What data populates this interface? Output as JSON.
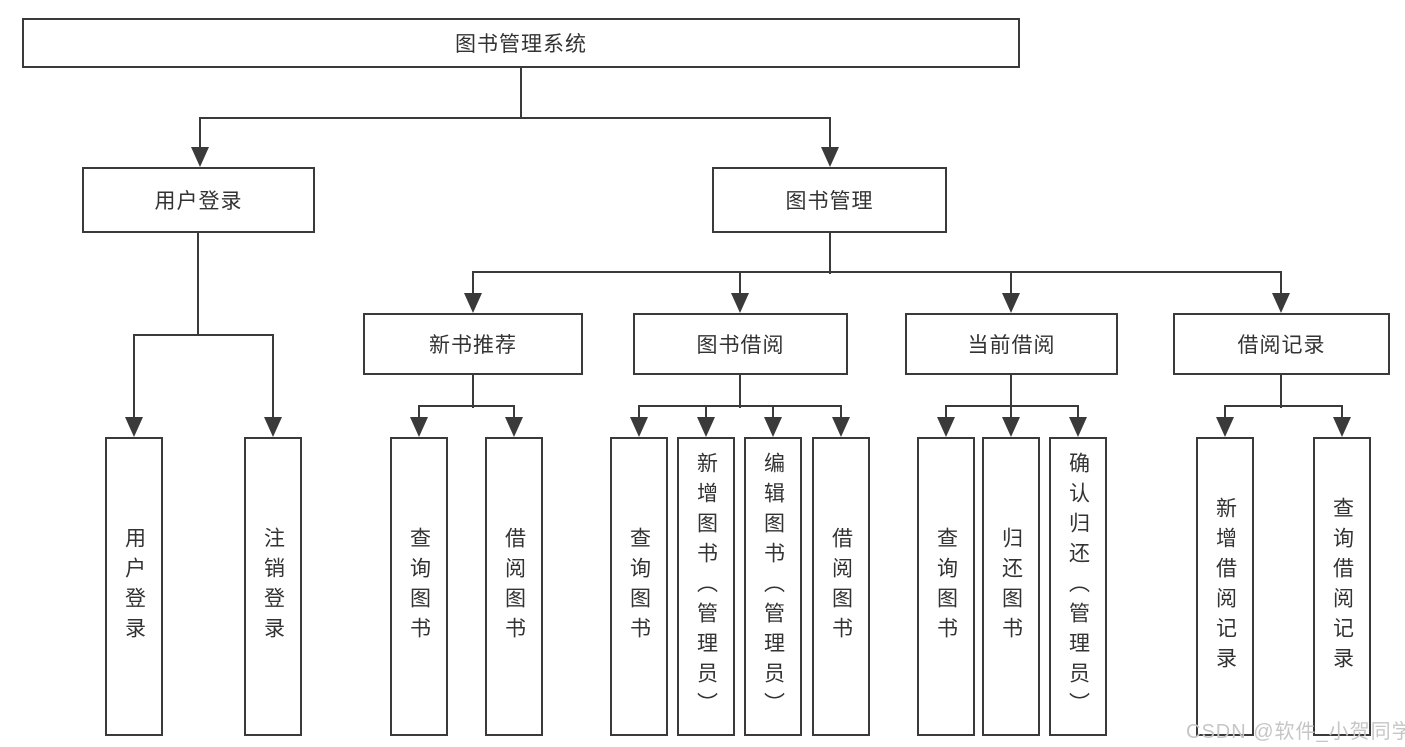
{
  "watermark": "CSDN @软件_小贺同学",
  "tree": {
    "root": "图书管理系统",
    "level1": [
      "用户登录",
      "图书管理"
    ],
    "level2": [
      "新书推荐",
      "图书借阅",
      "当前借阅",
      "借阅记录"
    ],
    "leaves_user_login": [
      "用户登录",
      "注销登录"
    ],
    "leaves_new_book": [
      "查询图书",
      "借阅图书"
    ],
    "leaves_book_borrow": [
      "查询图书",
      "新增图书（管理员）",
      "编辑图书（管理员）",
      "借阅图书"
    ],
    "leaves_current_borrow": [
      "查询图书",
      "归还图书",
      "确认归还（管理员）"
    ],
    "leaves_borrow_records": [
      "新增借阅记录",
      "查询借阅记录"
    ]
  }
}
